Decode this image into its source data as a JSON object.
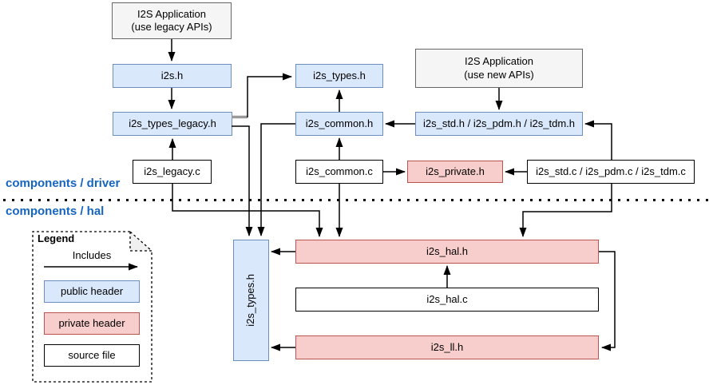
{
  "diagram": {
    "sections": {
      "driver_label": "components / driver",
      "hal_label": "components / hal"
    },
    "nodes": {
      "app_legacy_line1": "I2S Application",
      "app_legacy_line2": "(use legacy APIs)",
      "app_new_line1": "I2S Application",
      "app_new_line2": "(use new APIs)",
      "i2s_h": "i2s.h",
      "i2s_types_legacy_h": "i2s_types_legacy.h",
      "i2s_legacy_c": "i2s_legacy.c",
      "i2s_types_h_top": "i2s_types.h",
      "i2s_common_h": "i2s_common.h",
      "i2s_common_c": "i2s_common.c",
      "i2s_std_h": "i2s_std.h / i2s_pdm.h / i2s_tdm.h",
      "i2s_private_h": "i2s_private.h",
      "i2s_std_c": "i2s_std.c / i2s_pdm.c / i2s_tdm.c",
      "i2s_types_h_hal": "i2s_types.h",
      "i2s_hal_h": "i2s_hal.h",
      "i2s_hal_c": "i2s_hal.c",
      "i2s_ll_h": "i2s_ll.h"
    },
    "legend": {
      "title": "Legend",
      "arrow_label": "Includes",
      "public_header_label": "public header",
      "private_header_label": "private header",
      "source_file_label": "source file"
    },
    "colors": {
      "public_header_fill": "#dae8fc",
      "public_header_stroke": "#6c8ebf",
      "private_header_fill": "#f8cecc",
      "private_header_stroke": "#b85450",
      "application_fill": "#f5f5f5",
      "application_stroke": "#666666",
      "source_fill": "#ffffff",
      "source_stroke": "#000000",
      "section_label_color": "#1565c0"
    }
  }
}
